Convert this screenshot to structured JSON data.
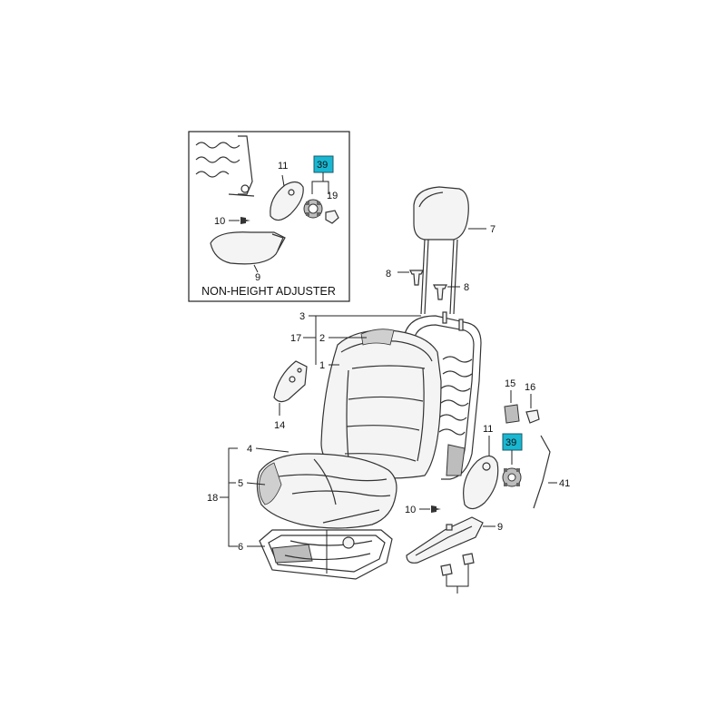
{
  "inset": {
    "caption": "NON-HEIGHT ADJUSTER",
    "labels": {
      "p11": "11",
      "p39": "39",
      "p19": "19",
      "p10": "10",
      "p9": "9"
    }
  },
  "main": {
    "labels": {
      "p7": "7",
      "p8a": "8",
      "p8b": "8",
      "p3": "3",
      "p17": "17",
      "p2": "2",
      "p1": "1",
      "p14": "14",
      "p15": "15",
      "p16": "16",
      "p11": "11",
      "p39": "39",
      "p41": "41",
      "p4": "4",
      "p18": "18",
      "p5": "5",
      "p6": "6",
      "p10": "10",
      "p9": "9"
    }
  },
  "colors": {
    "highlight": "#19b7d1",
    "line": "#222222"
  }
}
